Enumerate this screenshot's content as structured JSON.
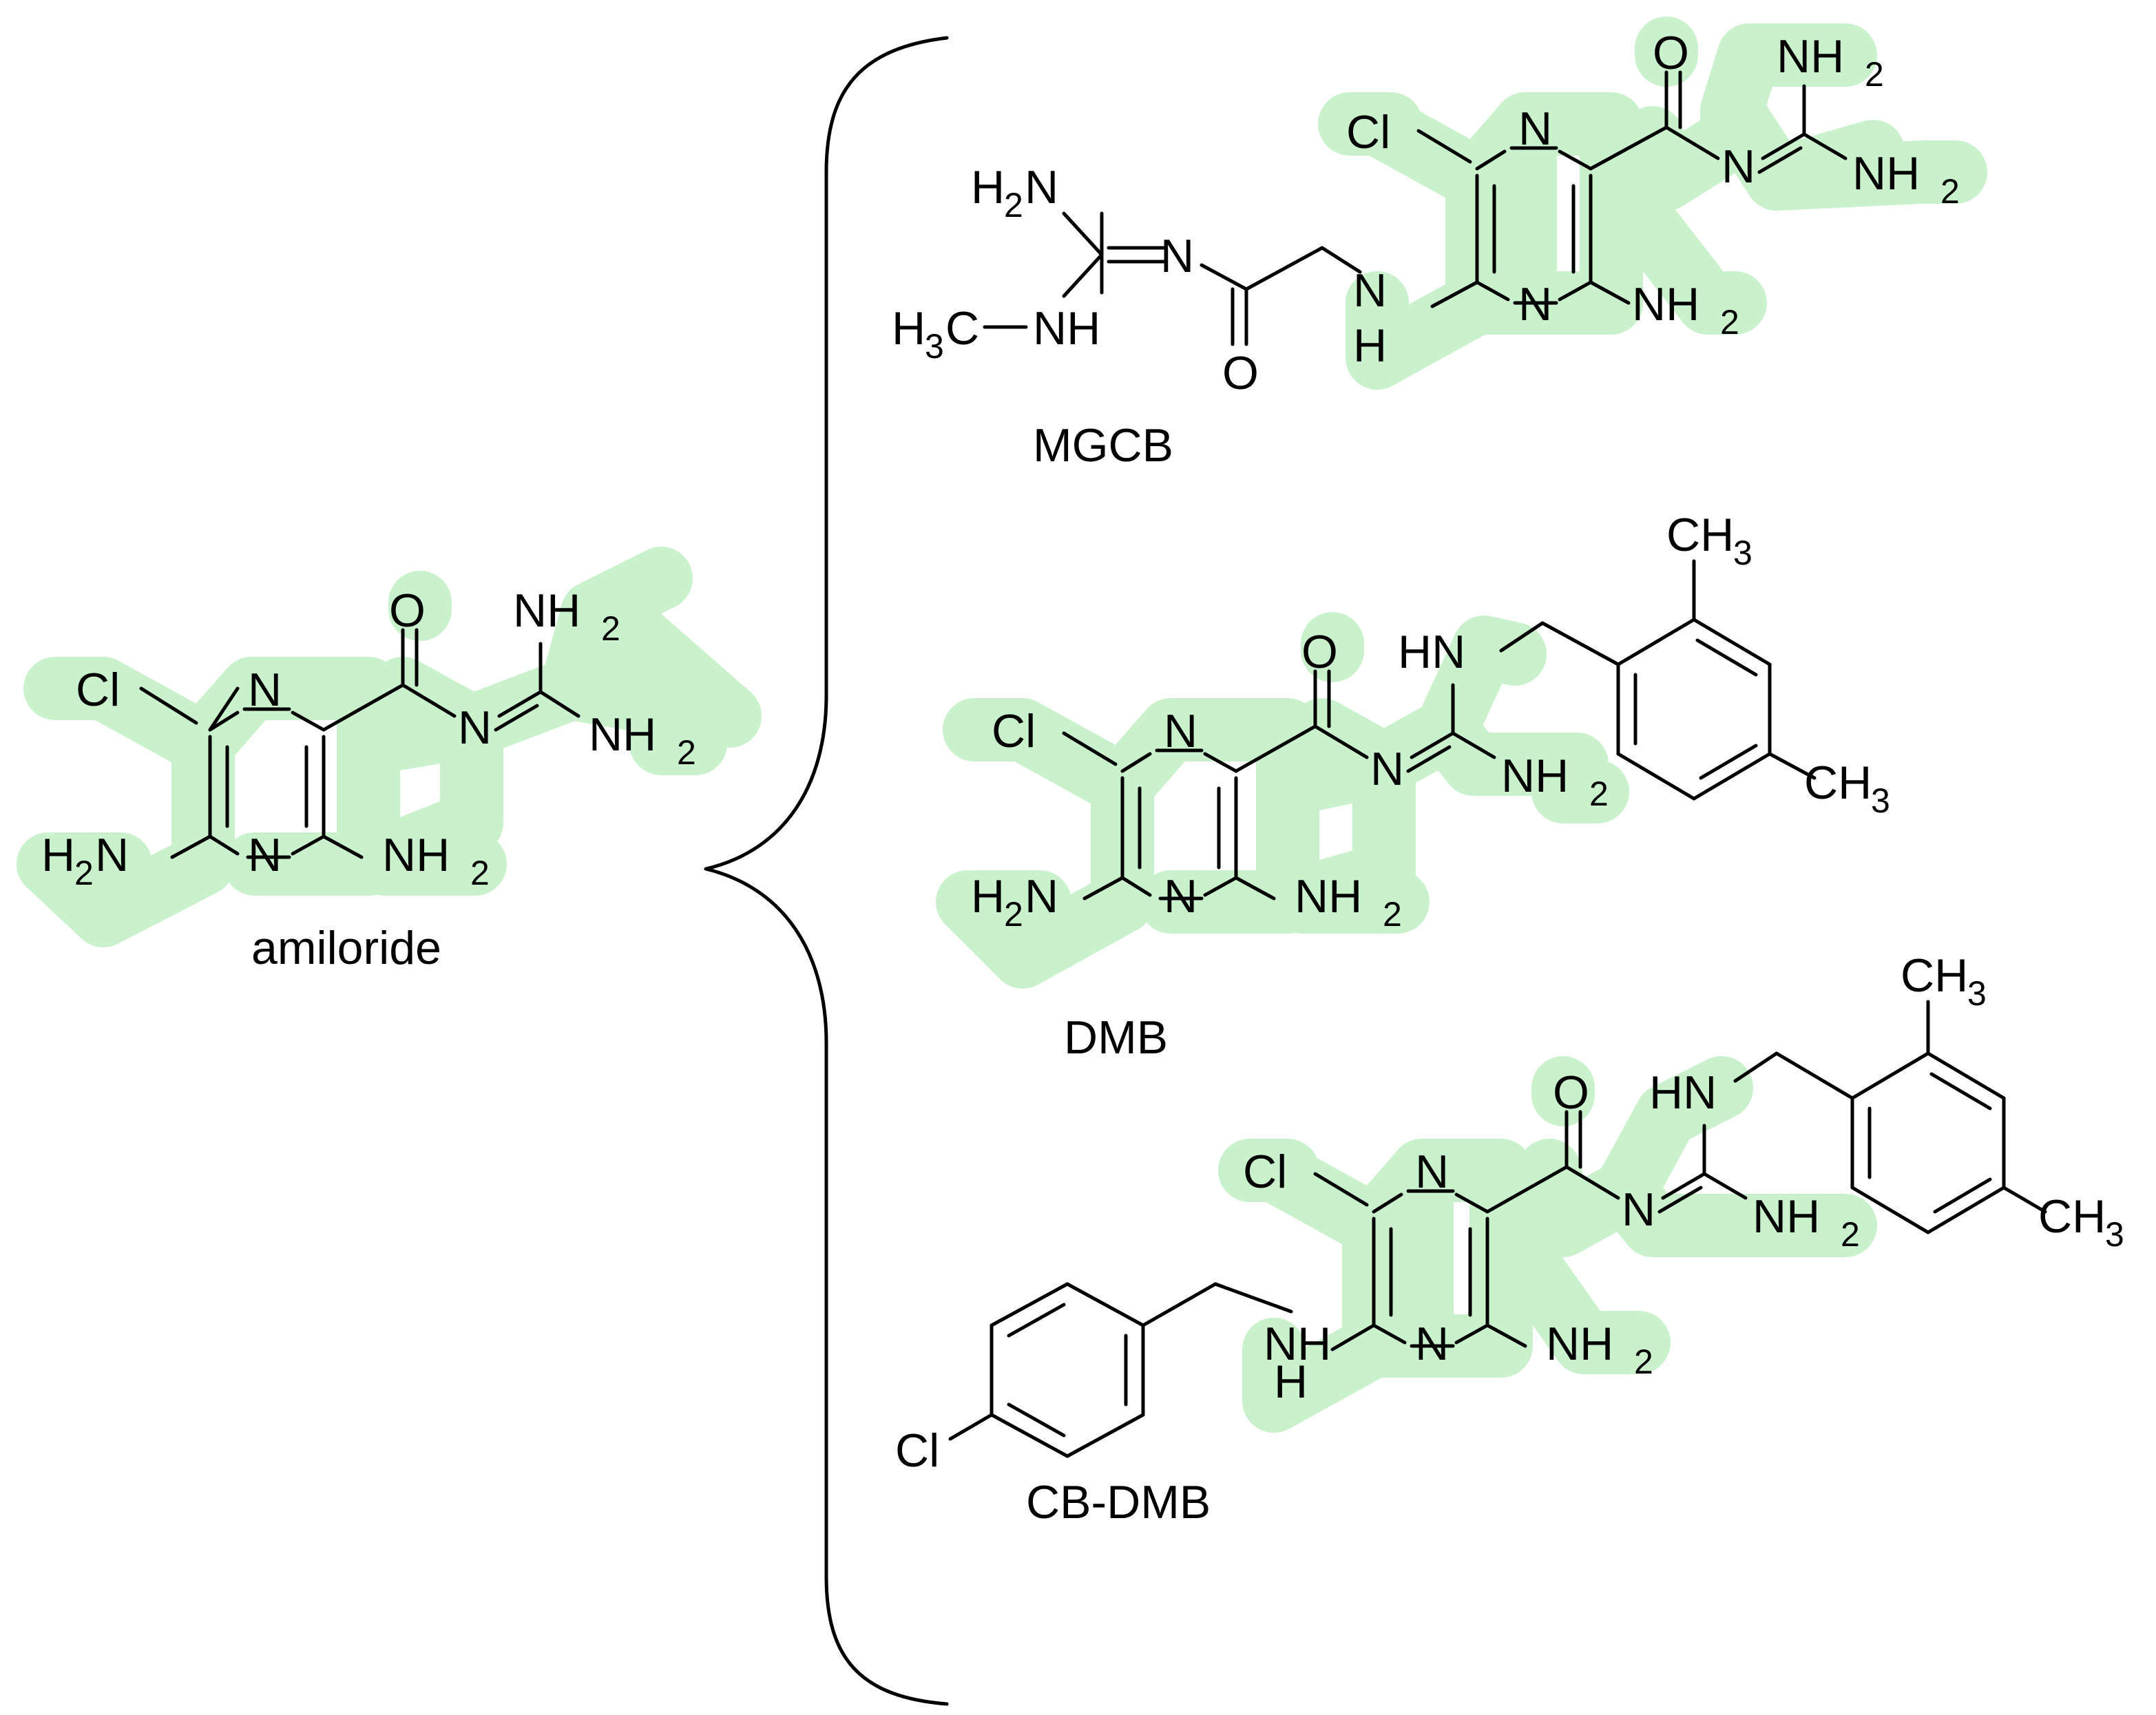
{
  "highlight_color": "#c9f2cc",
  "captions": {
    "amiloride": "amiloride",
    "mgcb": "MGCB",
    "dmb": "DMB",
    "cbdmb": "CB-DMB"
  },
  "atoms": {
    "Cl": "Cl",
    "N": "N",
    "O": "O",
    "NH": "NH",
    "HN": "HN",
    "H": "H",
    "H2N": "H2N",
    "NH2": "NH2",
    "CH3": "CH3",
    "H3C_NH": "H3C−NH"
  }
}
